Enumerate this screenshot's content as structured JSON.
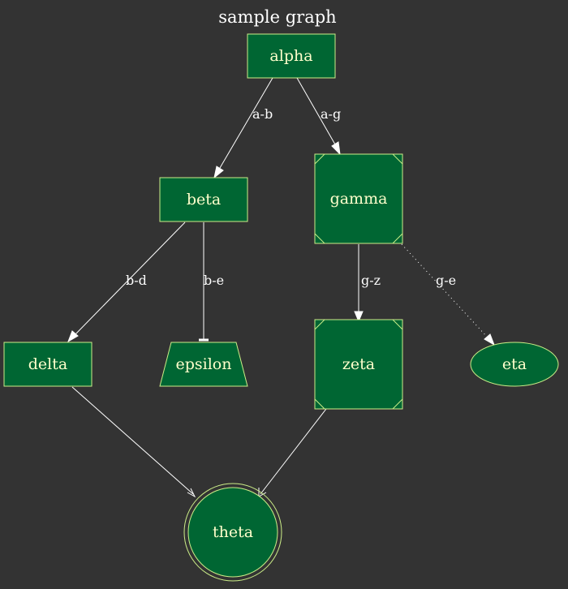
{
  "graph": {
    "title": "sample graph",
    "nodes": {
      "alpha": "alpha",
      "beta": "beta",
      "gamma": "gamma",
      "delta": "delta",
      "epsilon": "epsilon",
      "zeta": "zeta",
      "eta": "eta",
      "theta": "theta"
    },
    "edges": {
      "a_b": "a-b",
      "a_g": "a-g",
      "b_d": "b-d",
      "b_e": "b-e",
      "g_z": "g-z",
      "g_e": "g-e"
    }
  },
  "colors": {
    "background": "#333333",
    "node_fill": "#006633",
    "node_border": "#ccee88",
    "node_text": "#ffffcc",
    "edge": "#ffffff"
  }
}
